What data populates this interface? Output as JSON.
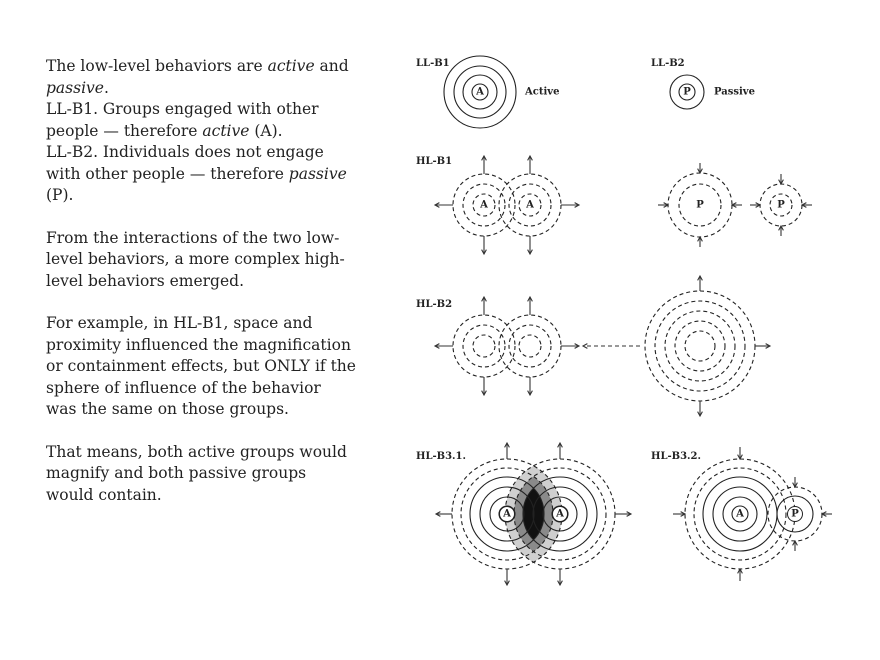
{
  "text": {
    "p1": [
      {
        "t": "The low-level behaviors are "
      },
      {
        "t": "active",
        "i": true
      },
      {
        "t": " and "
      },
      {
        "t": "passive",
        "i": true
      },
      {
        "t": "."
      },
      {
        "br": true
      },
      {
        "t": "LL-B1. Groups engaged with other people — therefore "
      },
      {
        "t": "active",
        "i": true
      },
      {
        "t": " (A)."
      },
      {
        "br": true
      },
      {
        "t": "LL-B2. Individuals does not engage with other people — therefore "
      },
      {
        "t": "passive",
        "i": true
      },
      {
        "t": " (P)."
      }
    ],
    "p2": "From the interactions of the two low-level behaviors, a more complex high-level behaviors emerged.",
    "p3": "For example, in HL-B1, space and proximity influenced the magnification or containment effects, but ONLY if the sphere of influence of the behavior was the same on those groups.",
    "p4": "That means, both active groups would magnify and both passive groups would contain."
  },
  "diagram": {
    "ll_b1": "LL-B1",
    "ll_b2": "LL-B2",
    "hl_b1": "HL-B1",
    "hl_b2": "HL-B2",
    "hl_b3_1": "HL-B3.1.",
    "hl_b3_2": "HL-B3.2.",
    "active": "Active",
    "passive": "Passive",
    "a": "A",
    "p": "P"
  }
}
